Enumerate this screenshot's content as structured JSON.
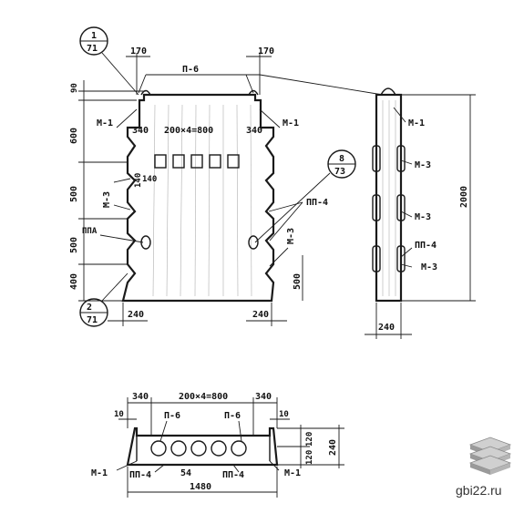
{
  "front_view": {
    "callout_top": {
      "num": "1",
      "den": "71"
    },
    "callout_bottom": {
      "num": "2",
      "den": "71"
    },
    "dim_top_left": "170",
    "dim_top_right": "170",
    "label_p6": "П-6",
    "label_m1_left": "М-1",
    "label_m1_right": "М-1",
    "dim_340_left": "340",
    "dim_340_right": "340",
    "dim_holes": "200×4=800",
    "dim_90": "90",
    "dim_600": "600",
    "dim_500a": "500",
    "dim_500b": "500",
    "dim_400": "400",
    "dim_140a": "140",
    "dim_140b": "140",
    "label_m3_left": "М-3",
    "label_m3_right": "М-3",
    "label_ppa": "ППА",
    "label_pp4": "ПП-4",
    "callout_right": {
      "num": "8",
      "den": "73"
    },
    "dim_500_right": "500",
    "dim_240_left": "240",
    "dim_240_right": "240"
  },
  "side_view": {
    "label_m1": "М-1",
    "label_m3a": "М-3",
    "label_m3b": "М-3",
    "label_pp4": "ПП-4",
    "label_m3c": "М-3",
    "dim_2000": "2000",
    "dim_240": "240"
  },
  "plan_view": {
    "dim_340_left": "340",
    "dim_holes": "200×4=800",
    "dim_340_right": "340",
    "dim_10_left": "10",
    "dim_10_right": "10",
    "label_p6_left": "П-6",
    "label_p6_right": "П-6",
    "dim_120a": "120",
    "dim_120b": "120",
    "dim_240": "240",
    "label_m1_left": "М-1",
    "label_pp4_left": "ПП-4",
    "dim_54": "54",
    "label_pp4_right": "ПП-4",
    "label_m1_right": "М-1",
    "dim_1480": "1480"
  },
  "watermark": {
    "site": "gbi22.ru"
  }
}
